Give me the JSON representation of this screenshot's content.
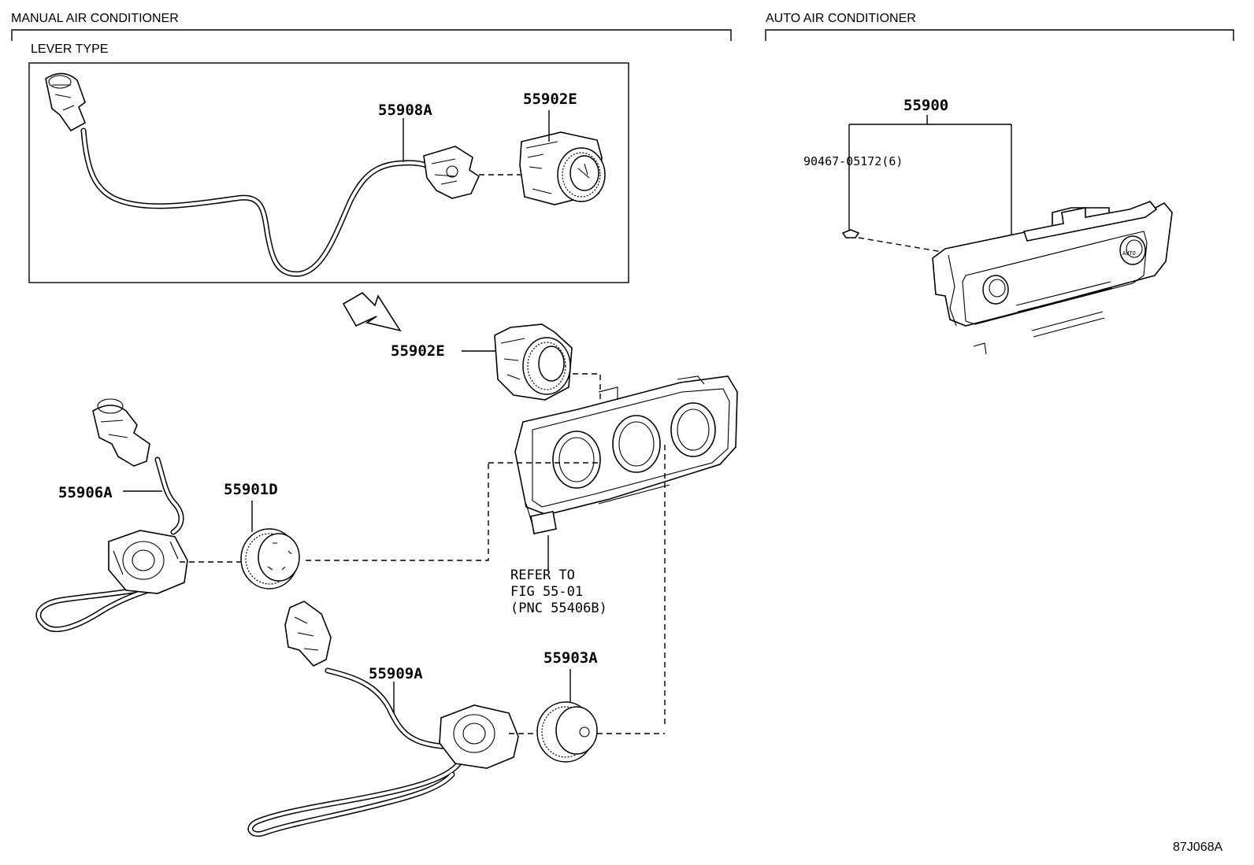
{
  "sections": {
    "manual": "MANUAL AIR CONDITIONER",
    "auto": "AUTO AIR CONDITIONER",
    "lever_type": "LEVER TYPE"
  },
  "parts": {
    "p55908A": "55908A",
    "p55902E_top": "55902E",
    "p55902E_mid": "55902E",
    "p55906A": "55906A",
    "p55901D": "55901D",
    "p55909A": "55909A",
    "p55903A": "55903A",
    "p55900": "55900",
    "p90467": "90467-05172(6)"
  },
  "refer": {
    "line1": "REFER TO",
    "line2": "FIG 55-01",
    "line3": "(PNC 55406B)"
  },
  "auto_button": "AUTO",
  "figure_code": "87J068A"
}
